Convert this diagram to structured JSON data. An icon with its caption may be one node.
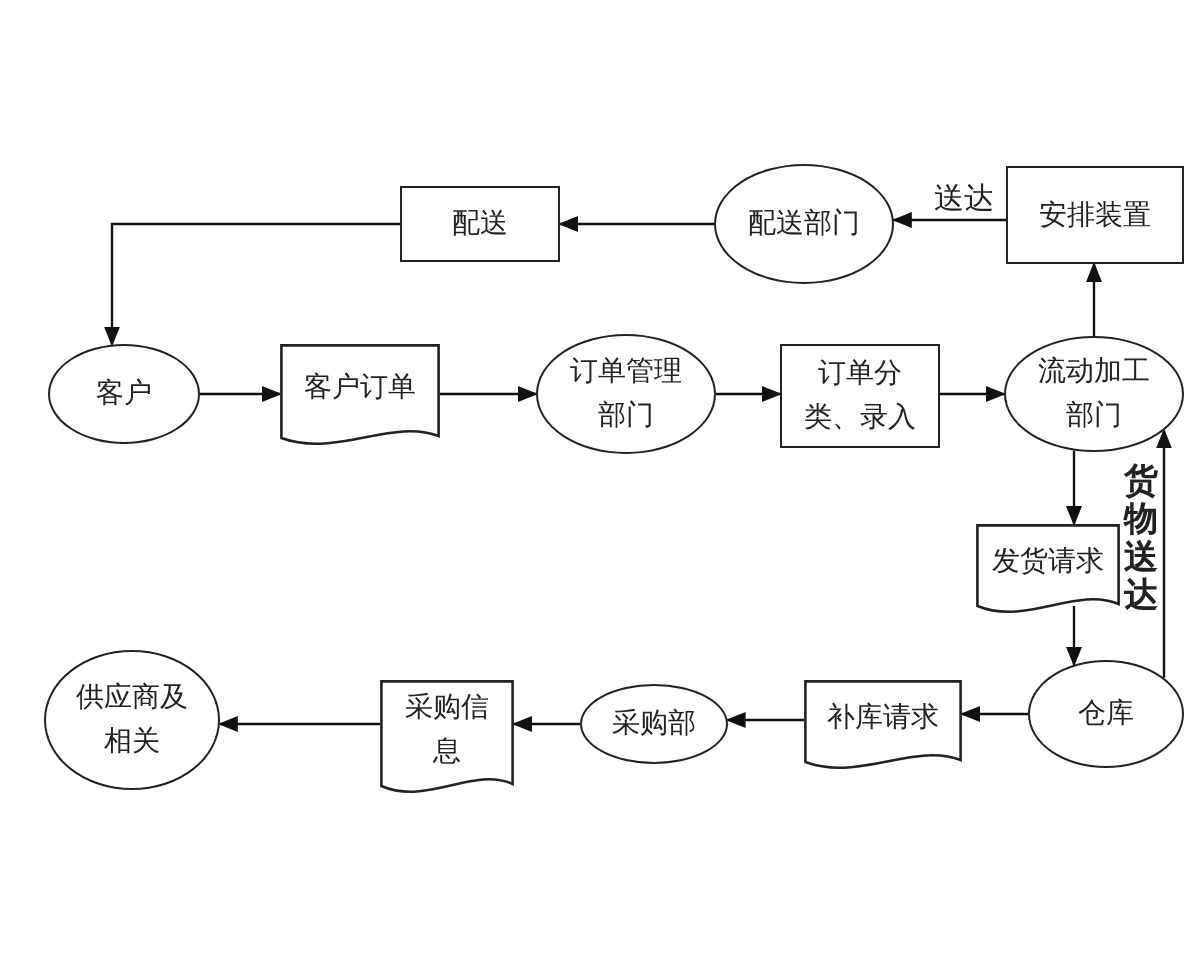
{
  "diagram": {
    "nodes": [
      {
        "text": [
          "客户"
        ]
      },
      {
        "text": [
          "客户订单"
        ]
      },
      {
        "text": [
          "订单管理部门"
        ]
      },
      {
        "text": [
          "订单分类、录入"
        ]
      },
      {
        "text": [
          "流动加工部门"
        ]
      },
      {
        "text": [
          "安排装置"
        ]
      },
      {
        "text": [
          "配送部门"
        ]
      },
      {
        "text": [
          "配送"
        ]
      },
      {
        "text": [
          "发货请求"
        ]
      },
      {
        "text": [
          "仓库"
        ]
      },
      {
        "text": [
          "补库请求"
        ]
      },
      {
        "text": [
          "采购部"
        ]
      },
      {
        "text": [
          "采购信息"
        ]
      },
      {
        "text": [
          "供应商及相关"
        ]
      }
    ],
    "edges": [
      {
        "from": 0,
        "to": 1,
        "arrow": "to"
      },
      {
        "from": 1,
        "to": 2,
        "arrow": "to"
      },
      {
        "from": 2,
        "to": 3,
        "arrow": "to"
      },
      {
        "from": 3,
        "to": 4,
        "arrow": "to"
      },
      {
        "from": 4,
        "to": 5,
        "arrow": "to"
      },
      {
        "from": 5,
        "to": 6,
        "arrow": "to",
        "label": "送达"
      },
      {
        "from": 6,
        "to": 7,
        "arrow": "to"
      },
      {
        "from": 7,
        "to": 0,
        "arrow": "to"
      },
      {
        "from": 4,
        "to": 8,
        "arrow": "to"
      },
      {
        "from": 8,
        "to": 9,
        "arrow": "to"
      },
      {
        "from": 9,
        "to": 4,
        "arrow": "to",
        "label": "货物送达"
      },
      {
        "from": 9,
        "to": 10,
        "arrow": "to"
      },
      {
        "from": 10,
        "to": 11,
        "arrow": "to"
      },
      {
        "from": 11,
        "to": 12,
        "arrow": "to"
      },
      {
        "from": 12,
        "to": 13,
        "arrow": "to"
      }
    ]
  }
}
